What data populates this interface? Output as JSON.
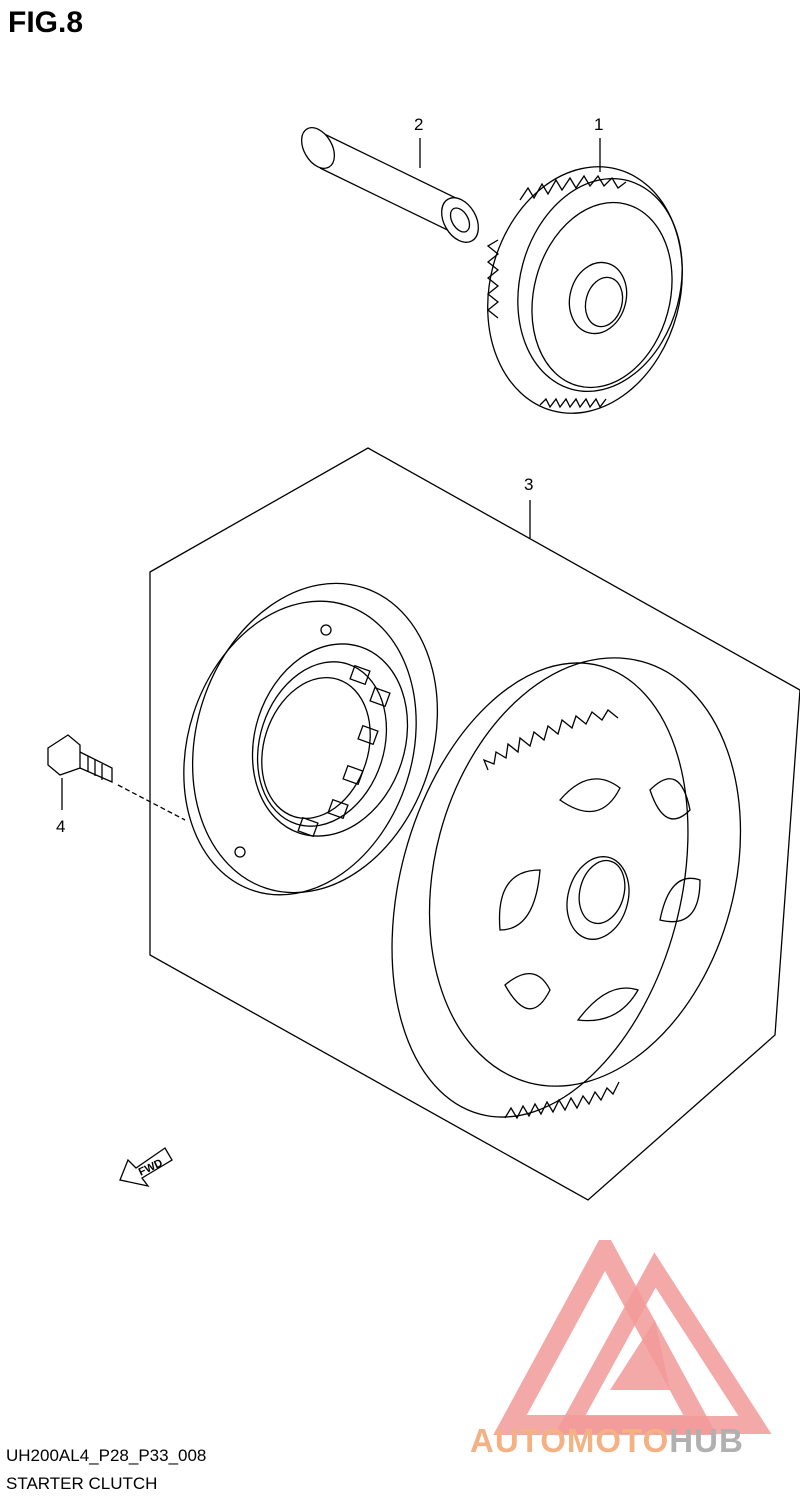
{
  "figure": {
    "title": "FIG.8"
  },
  "callouts": {
    "p1": "1",
    "p2": "2",
    "p3": "3",
    "p4": "4"
  },
  "direction_arrow": {
    "label": "FWD",
    "icon": "fwd-arrow-icon"
  },
  "footer": {
    "code": "UH200AL4_P28_P33_008",
    "caption": "STARTER CLUTCH"
  },
  "watermark": {
    "text_part1": "AUTOMOTO",
    "text_part2": "HUB",
    "logo": "automotohub-logo",
    "color_primary": "#f29a9a",
    "color_text1": "#f4b183",
    "color_text2": "#b0b0b0"
  },
  "colors": {
    "line": "#000000",
    "background": "#ffffff"
  }
}
